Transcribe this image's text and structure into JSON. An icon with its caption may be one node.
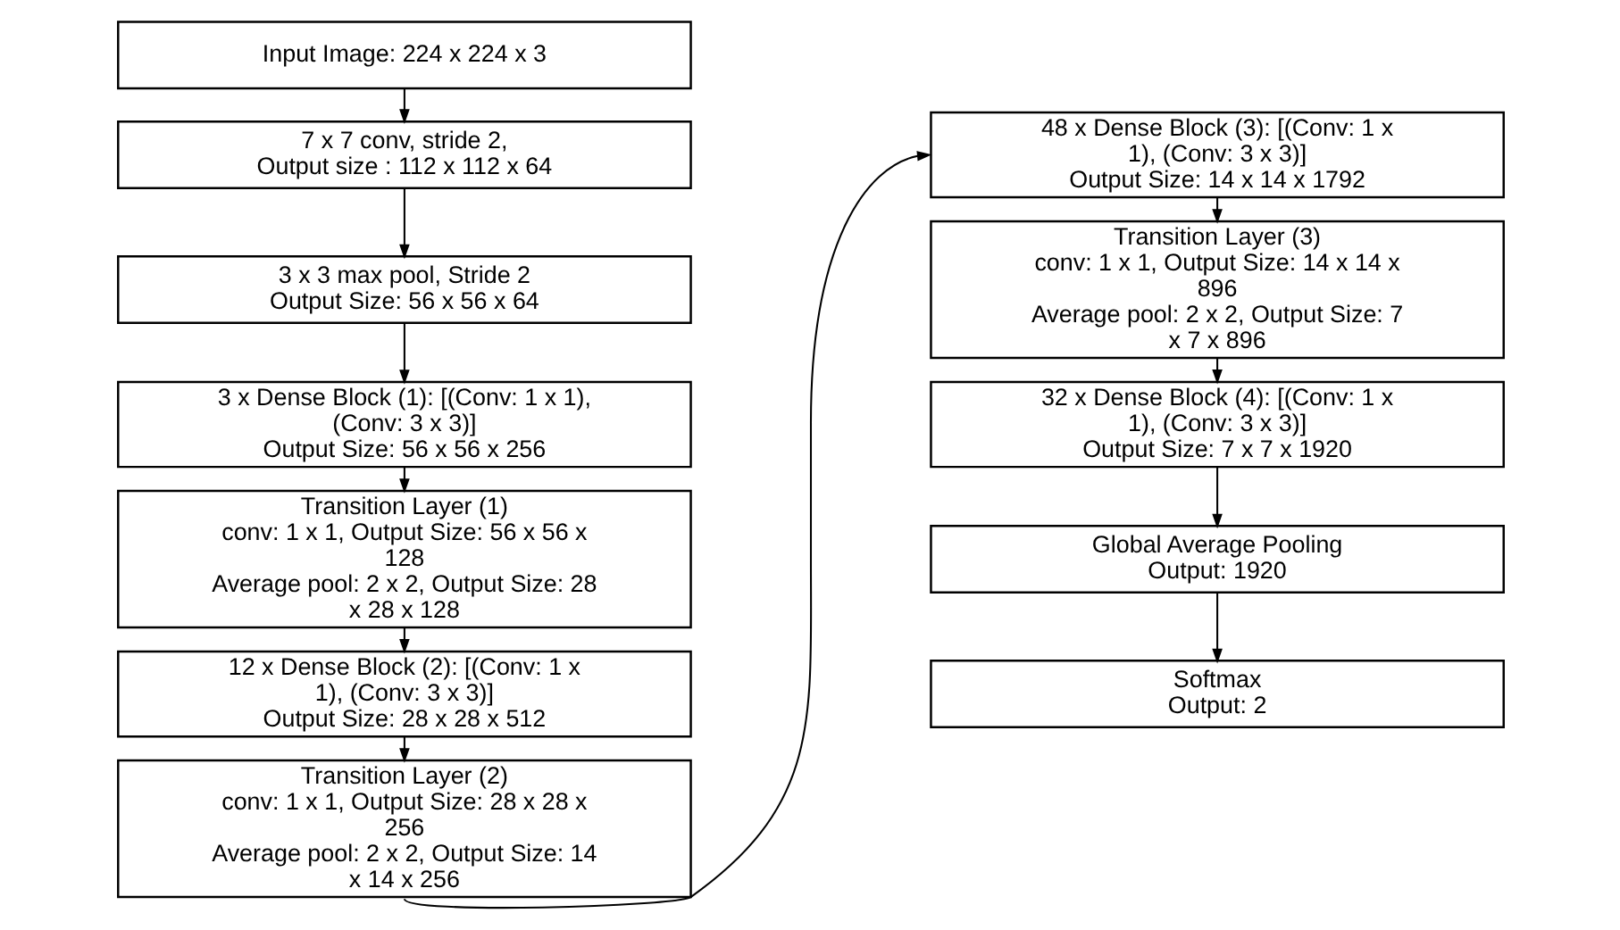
{
  "diagram": {
    "nodes": [
      {
        "text": [
          "Input Image: 224 x 224 x 3"
        ]
      },
      {
        "text": [
          "7 x 7 conv, stride 2,",
          "Output size : 112 x 112 x 64"
        ]
      },
      {
        "text": [
          "3 x 3 max pool, Stride 2",
          "Output Size: 56 x 56 x 64"
        ]
      },
      {
        "text": [
          "3 x Dense Block (1): [(Conv: 1 x 1), (Conv: 3 x 3)]",
          "Output Size: 56 x 56 x 256"
        ]
      },
      {
        "text": [
          "Transition Layer (1)",
          "conv: 1 x 1, Output Size: 56 x 56 x 128",
          "Average pool: 2 x 2, Output Size: 28 x 28 x 128"
        ]
      },
      {
        "text": [
          "12 x Dense Block (2): [(Conv: 1 x 1), (Conv: 3 x 3)]",
          "Output Size: 28 x 28 x 512"
        ]
      },
      {
        "text": [
          "Transition Layer (2)",
          "conv: 1 x 1, Output Size: 28 x 28 x 256",
          "Average pool: 2 x 2, Output Size: 14 x 14 x 256"
        ]
      },
      {
        "text": [
          "48 x Dense Block (3): [(Conv: 1 x 1), (Conv: 3 x 3)]",
          "Output Size: 14 x 14 x 1792"
        ]
      },
      {
        "text": [
          "Transition Layer (3)",
          "conv: 1 x 1, Output Size: 14 x 14 x 896",
          "Average pool: 2 x 2, Output Size: 7 x 7 x 896"
        ]
      },
      {
        "text": [
          "32 x Dense Block (4): [(Conv: 1 x 1), (Conv: 3 x 3)]",
          "Output Size: 7 x 7 x 1920"
        ]
      },
      {
        "text": [
          "Global Average Pooling",
          "Output: 1920"
        ]
      },
      {
        "text": [
          "Softmax",
          "Output: 2"
        ]
      }
    ],
    "edges": [
      {
        "from": 0,
        "to": 1,
        "arrow": "to"
      },
      {
        "from": 1,
        "to": 2,
        "arrow": "to"
      },
      {
        "from": 2,
        "to": 3,
        "arrow": "to"
      },
      {
        "from": 3,
        "to": 4,
        "arrow": "to"
      },
      {
        "from": 4,
        "to": 5,
        "arrow": "to"
      },
      {
        "from": 5,
        "to": 6,
        "arrow": "to"
      },
      {
        "from": 6,
        "to": 7,
        "arrow": "to"
      },
      {
        "from": 7,
        "to": 8,
        "arrow": "to"
      },
      {
        "from": 8,
        "to": 9,
        "arrow": "to"
      },
      {
        "from": 9,
        "to": 10,
        "arrow": "to"
      },
      {
        "from": 10,
        "to": 11,
        "arrow": "to"
      }
    ]
  }
}
